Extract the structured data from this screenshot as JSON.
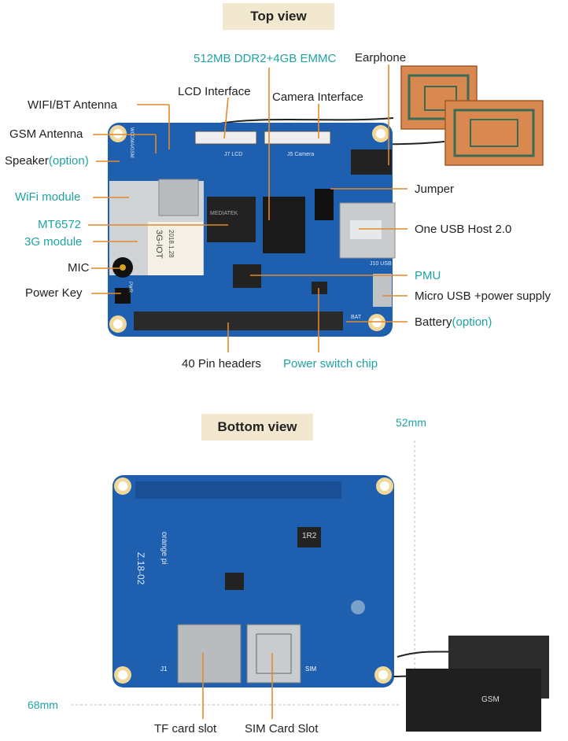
{
  "top_view": {
    "badge": "Top view",
    "labels": {
      "memory": "512MB DDR2+4GB EMMC",
      "earphone": "Earphone",
      "lcd": "LCD Interface",
      "camera": "Camera Interface",
      "wifi_bt_antenna": "WIFI/BT Antenna",
      "gsm_antenna": "GSM Antenna",
      "speaker": "Speaker",
      "speaker_option": "(option)",
      "wifi_module": "WiFi module",
      "jumper": "Jumper",
      "mt6572": "MT6572",
      "module_3g": "3G module",
      "usb_host": "One  USB Host 2.0",
      "mic": "MIC",
      "pmu": "PMU",
      "power_key": "Power Key",
      "micro_usb": "Micro USB +power supply",
      "battery": "Battery",
      "battery_option": "(option)",
      "pin_headers": "40 Pin headers",
      "power_switch": "Power switch chip"
    },
    "silkscreen": {
      "chip_brand": "MEDIATEK",
      "sticker_line1": "3G-IOT",
      "sticker_line2": "2018.1.28",
      "lcd": "J7 LCD",
      "camera": "J5 Camera",
      "usb": "J10 USB",
      "bat": "BAT",
      "gsm_ant": "WCDMA/GSM",
      "pwr": "PWR"
    }
  },
  "bottom_view": {
    "badge": "Bottom view",
    "dim_width": "52mm",
    "dim_length": "68mm",
    "labels": {
      "tf_card": "TF card slot",
      "sim_card": "SIM Card Slot"
    },
    "silkscreen": {
      "chip": "1R2",
      "brand": "orange pi",
      "model": "Z.18-02",
      "antenna": "GSM",
      "sim": "SIM",
      "tf": "J1"
    }
  },
  "colors": {
    "board": "#1f5fb0",
    "teal_label": "#1fa3a3",
    "leader": "#e08a2a",
    "badge_bg": "#f2e8cf",
    "antenna_top": "#d9884f",
    "antenna_bottom": "#222222"
  }
}
